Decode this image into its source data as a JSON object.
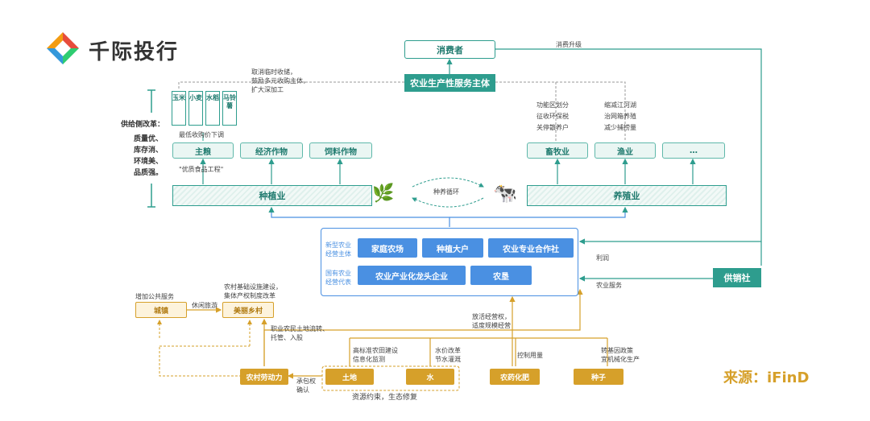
{
  "brand": {
    "name": "千际投行",
    "colors": [
      "#e74c3c",
      "#2ecc71",
      "#3498db",
      "#f39c12"
    ]
  },
  "source": "来源：iFinD",
  "top": {
    "consumer": "消费者",
    "service_subject": "农业生产性服务主体",
    "consumption_upgrade": "消费升级",
    "note_left": "取消临时收储，\n鼓励多元收购主体，\n扩大深加工"
  },
  "supply_side": {
    "title": "供给侧改革：",
    "goals": "质量优、\n库存消、\n环境美、\n品质强。",
    "grains": [
      "玉米",
      "小麦",
      "水稻",
      "马铃薯"
    ],
    "min_price": "最低收购价下调",
    "quality_project": "\"优质食品工程\""
  },
  "crops": [
    "主粮",
    "经济作物",
    "饲料作物"
  ],
  "livestock": [
    "畜牧业",
    "渔业",
    "…"
  ],
  "livestock_notes_left": "功能区划分\n征收环保税\n关停散养户",
  "livestock_notes_right": "缩减江河湖\n治网箱养殖\n减少捕捞量",
  "planting": "种植业",
  "breeding": "养殖业",
  "cycle": "种养循环",
  "subjects": {
    "new_label": "新型农业\n经营主体",
    "new_items": [
      "家庭农场",
      "种植大户",
      "农业专业合作社"
    ],
    "state_label": "国有农业\n经营代表",
    "state_items": [
      "农业产业化龙头企业",
      "农垦"
    ]
  },
  "right_side": {
    "profit": "利润",
    "ag_service": "农业服务",
    "coop": "供销社"
  },
  "left_bottom": {
    "public_service": "增加公共服务",
    "town": "城镇",
    "leisure": "休闲旅游",
    "village": "美丽乡村",
    "infra_note": "农村基础设施建设，\n集体产权制度改革",
    "labor_note": "职业农民土地流转、\n托管、入股"
  },
  "management_note": "放活经营权，\n适度规模经营",
  "bottom": {
    "labor": "农村劳动力",
    "land": "土地",
    "water": "水",
    "pesticide": "农药化肥",
    "seed": "种子",
    "contract": "承包权\n确认",
    "land_note": "高标准农田建设\n信息化监测",
    "water_note": "水价改革\n节水灌溉",
    "pest_note": "控制用量",
    "seed_note": "转基因政策\n宜机械化生产",
    "constraint": "资源约束，生态修复"
  }
}
